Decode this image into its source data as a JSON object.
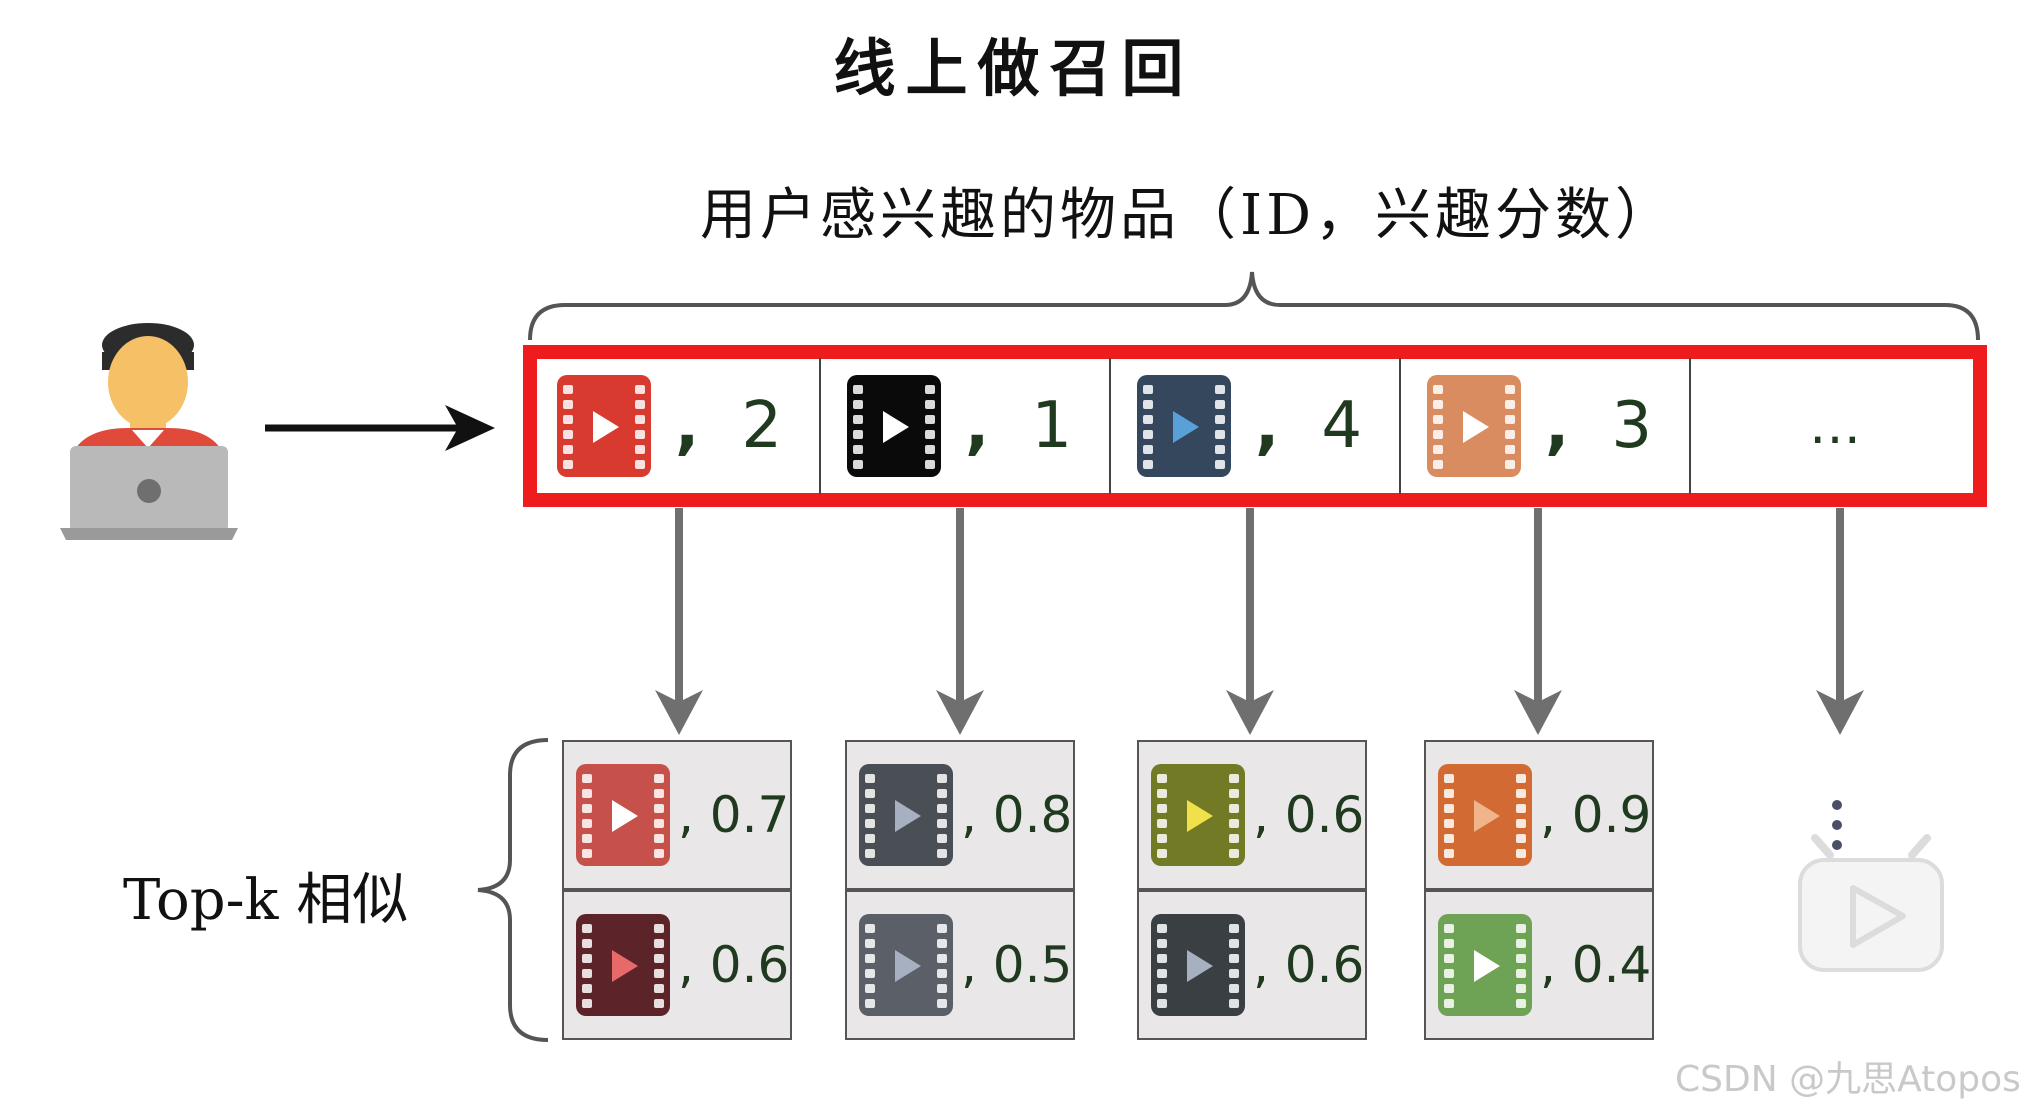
{
  "title": "线上做召回",
  "interest_label": "用户感兴趣的物品（ID，兴趣分数）",
  "topk_label": "Top-k 相似",
  "watermark": "CSDN @九思Atopos",
  "ellipsis": "…",
  "interest_items": [
    {
      "value": "2",
      "color": "#d83a30",
      "play": "#ffffff",
      "icon": "film-icon"
    },
    {
      "value": "1",
      "color": "#0a0a0a",
      "play": "#ffffff",
      "icon": "film-icon"
    },
    {
      "value": "4",
      "color": "#34475c",
      "play": "#5aa0d8",
      "icon": "film-icon"
    },
    {
      "value": "3",
      "color": "#d98c60",
      "play": "#ffffff",
      "icon": "film-icon"
    }
  ],
  "similar_columns": [
    [
      {
        "value": "0.7",
        "color": "#c6504a",
        "play": "#ffffff"
      },
      {
        "value": "0.6",
        "color": "#5c2328",
        "play": "#e66a6a"
      }
    ],
    [
      {
        "value": "0.8",
        "color": "#4a4e55",
        "play": "#a7b0c0"
      },
      {
        "value": "0.5",
        "color": "#5a5f68",
        "play": "#a7b0c0"
      }
    ],
    [
      {
        "value": "0.6",
        "color": "#727a25",
        "play": "#f0e04a"
      },
      {
        "value": "0.6",
        "color": "#3a3f44",
        "play": "#a7b0c0"
      }
    ],
    [
      {
        "value": "0.9",
        "color": "#d26a33",
        "play": "#f0b38a"
      },
      {
        "value": "0.4",
        "color": "#6ea356",
        "play": "#ffffff"
      }
    ]
  ],
  "colors": {
    "highlight_border": "#ee1c1c",
    "arrow": "#6f6f6f",
    "value_text": "#1f3a1f"
  }
}
